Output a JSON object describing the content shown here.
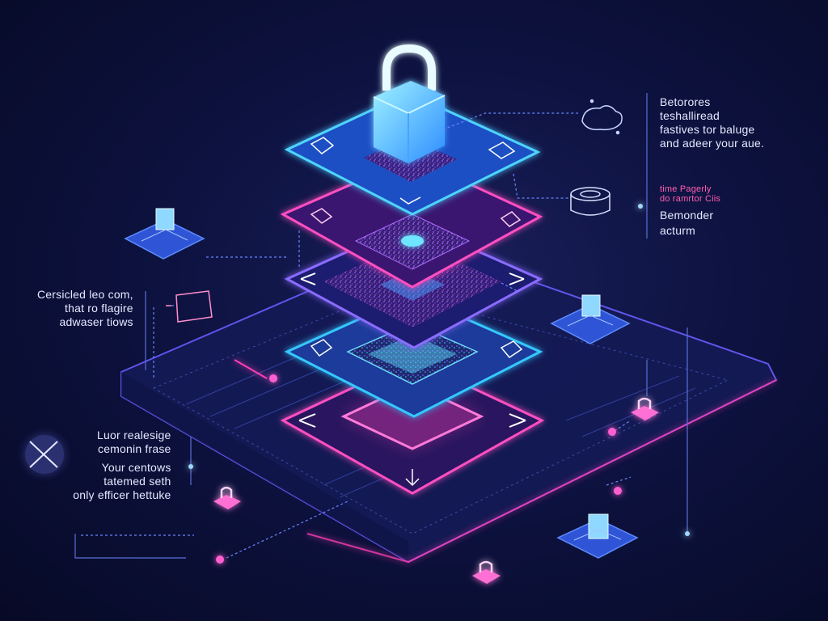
{
  "callouts": {
    "top_right": {
      "lines": [
        "Betorores",
        "teshalliread",
        "fastives tor baluge",
        "and adeer your aue."
      ]
    },
    "mid_right": {
      "small_lines": [
        "time Pagerly",
        "do ramrtor Ciis"
      ],
      "lines": [
        "Bemonder",
        "acturm"
      ]
    },
    "left_mid": {
      "lines": [
        "Cersicled leo com,",
        "that ro flagire",
        "adwaser tiows"
      ]
    },
    "left_bottom": {
      "small_lines": [
        "Luor realesige",
        "cemonin frase"
      ],
      "lines": [
        "Your centows",
        "tatemed seth",
        "only efficer hettuke"
      ]
    }
  },
  "icons": [
    "padlock-icon",
    "cloud-icon",
    "database-icon",
    "server-icon",
    "close-icon",
    "arrow-icon"
  ],
  "colors": {
    "background": "#0b0f35",
    "cyan": "#35c8ff",
    "magenta": "#ff3fb4",
    "violet": "#8a5cff"
  }
}
